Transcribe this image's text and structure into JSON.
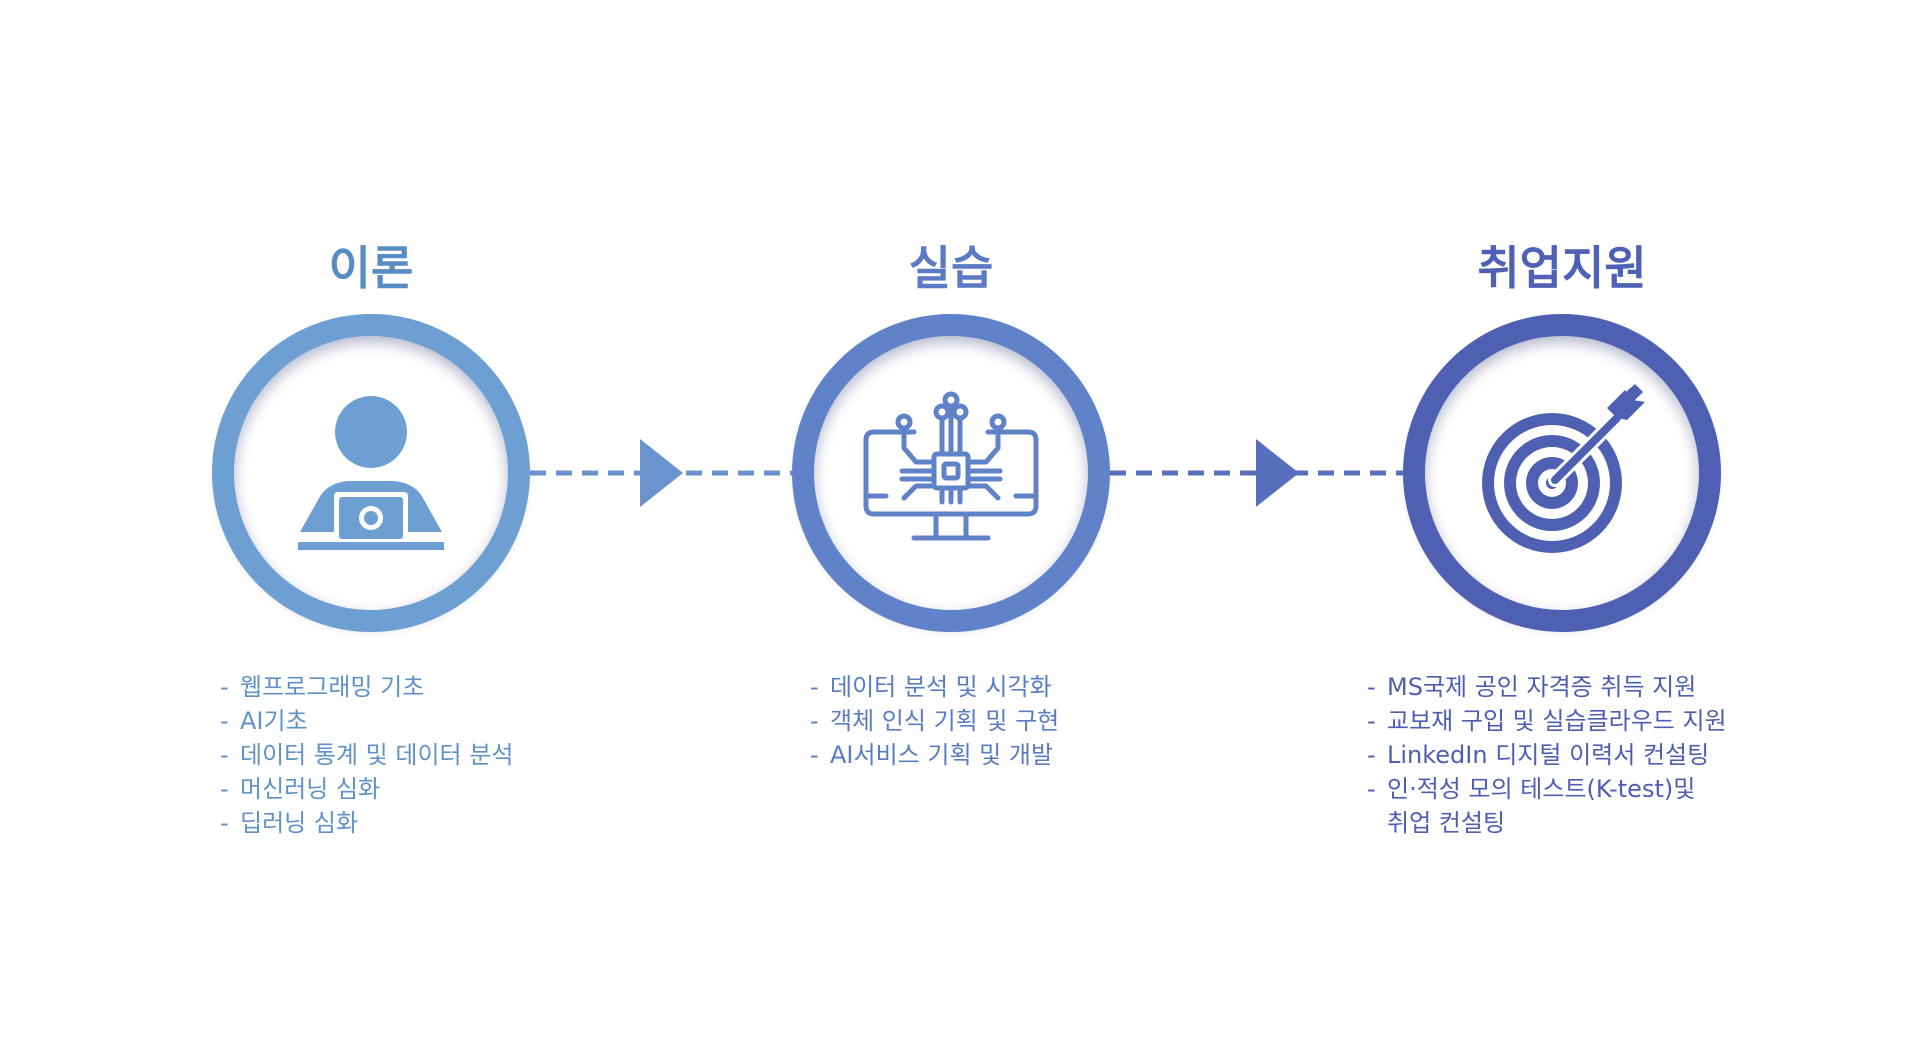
{
  "colors": {
    "step1": "#6e9fd2",
    "step2": "#5f82c8",
    "step3": "#4f60b3",
    "background": "#ffffff"
  },
  "steps": [
    {
      "title": "이론",
      "icon": "person-laptop-icon",
      "items": [
        "웹프로그래밍 기초",
        "AI기초",
        "데이터 통계 및 데이터 분석",
        "머신러닝 심화",
        "딥러닝 심화"
      ]
    },
    {
      "title": "실습",
      "icon": "monitor-chip-icon",
      "items": [
        "데이터 분석 및 시각화",
        "객체 인식 기획 및 구현",
        "AI서비스 기획 및 개발"
      ]
    },
    {
      "title": "취업지원",
      "icon": "target-arrow-icon",
      "items": [
        "MS국제 공인 자격증 취득 지원",
        "교보재 구입 및 실습클라우드 지원",
        "LinkedIn 디지털 이력서 컨설팅",
        "인·적성 모의 테스트(K-test)및\n취업 컨설팅"
      ]
    }
  ]
}
